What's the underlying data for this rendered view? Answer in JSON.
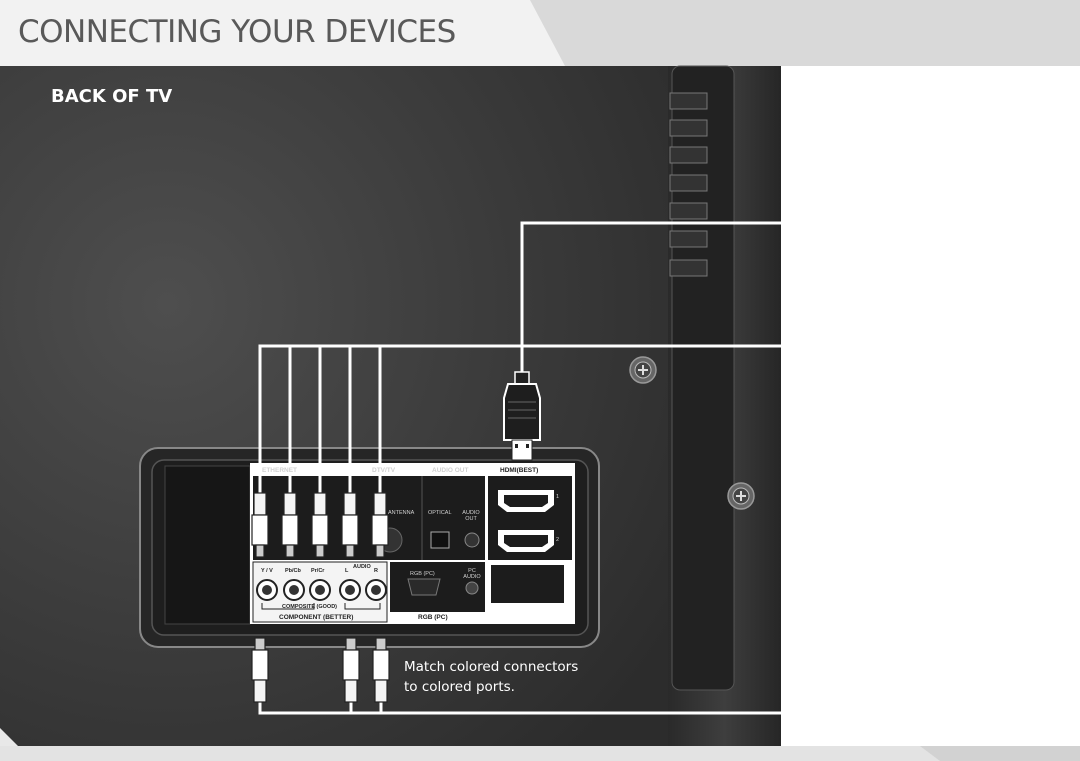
{
  "page": {
    "title": "CONNECTING YOUR DEVICES",
    "panel_label": "BACK OF TV",
    "caption_line1": "Match colored connectors",
    "caption_line2": "to colored ports."
  },
  "tv_panel": {
    "section_ethernet": "ETHERNET",
    "section_dtv": "DTV/TV",
    "section_audio_out": "AUDIO OUT",
    "section_hdmi": "HDMI(BEST)",
    "hdmi_port_1": "1",
    "hdmi_port_2": "2",
    "antenna_label": "ANTENNA",
    "optical_label": "OPTICAL",
    "audio_out_jack_label": "AUDIO OUT",
    "port_y": "Y / V",
    "port_pb": "Pb/Cb",
    "port_pr": "Pr/Cr",
    "port_l": "L",
    "port_audio": "AUDIO",
    "port_r": "R",
    "composite_label": "COMPOSITE (GOOD)",
    "component_label": "COMPONENT (BETTER)",
    "rgb_port_label": "RGB (PC)",
    "pc_audio_label": "PC AUDIO",
    "rgb_section_label": "RGB (PC)"
  }
}
